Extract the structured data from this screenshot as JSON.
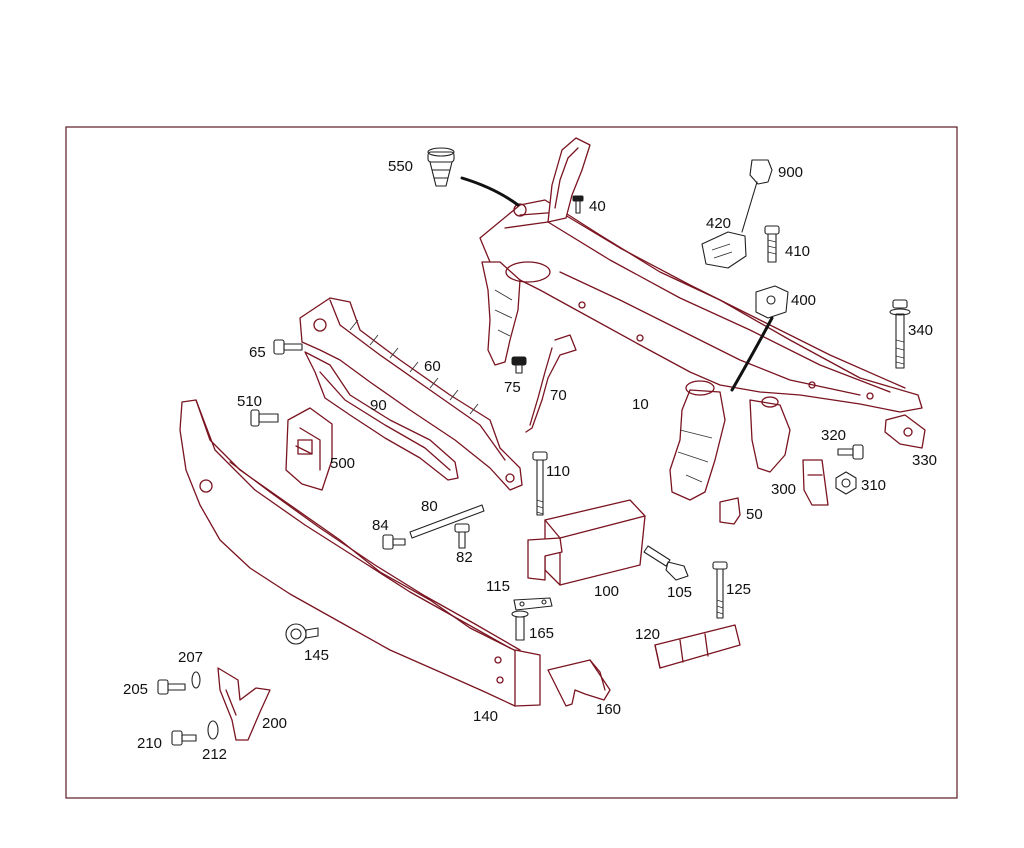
{
  "colors": {
    "outline": "#7a1420",
    "frame": "#5a1a22",
    "text": "#111111",
    "background": "#ffffff"
  },
  "part_labels": [
    "550",
    "40",
    "900",
    "420",
    "410",
    "400",
    "340",
    "65",
    "60",
    "75",
    "70",
    "10",
    "510",
    "90",
    "320",
    "330",
    "500",
    "300",
    "310",
    "110",
    "50",
    "80",
    "84",
    "82",
    "115",
    "100",
    "105",
    "125",
    "165",
    "120",
    "207",
    "145",
    "205",
    "200",
    "140",
    "160",
    "210",
    "212"
  ]
}
